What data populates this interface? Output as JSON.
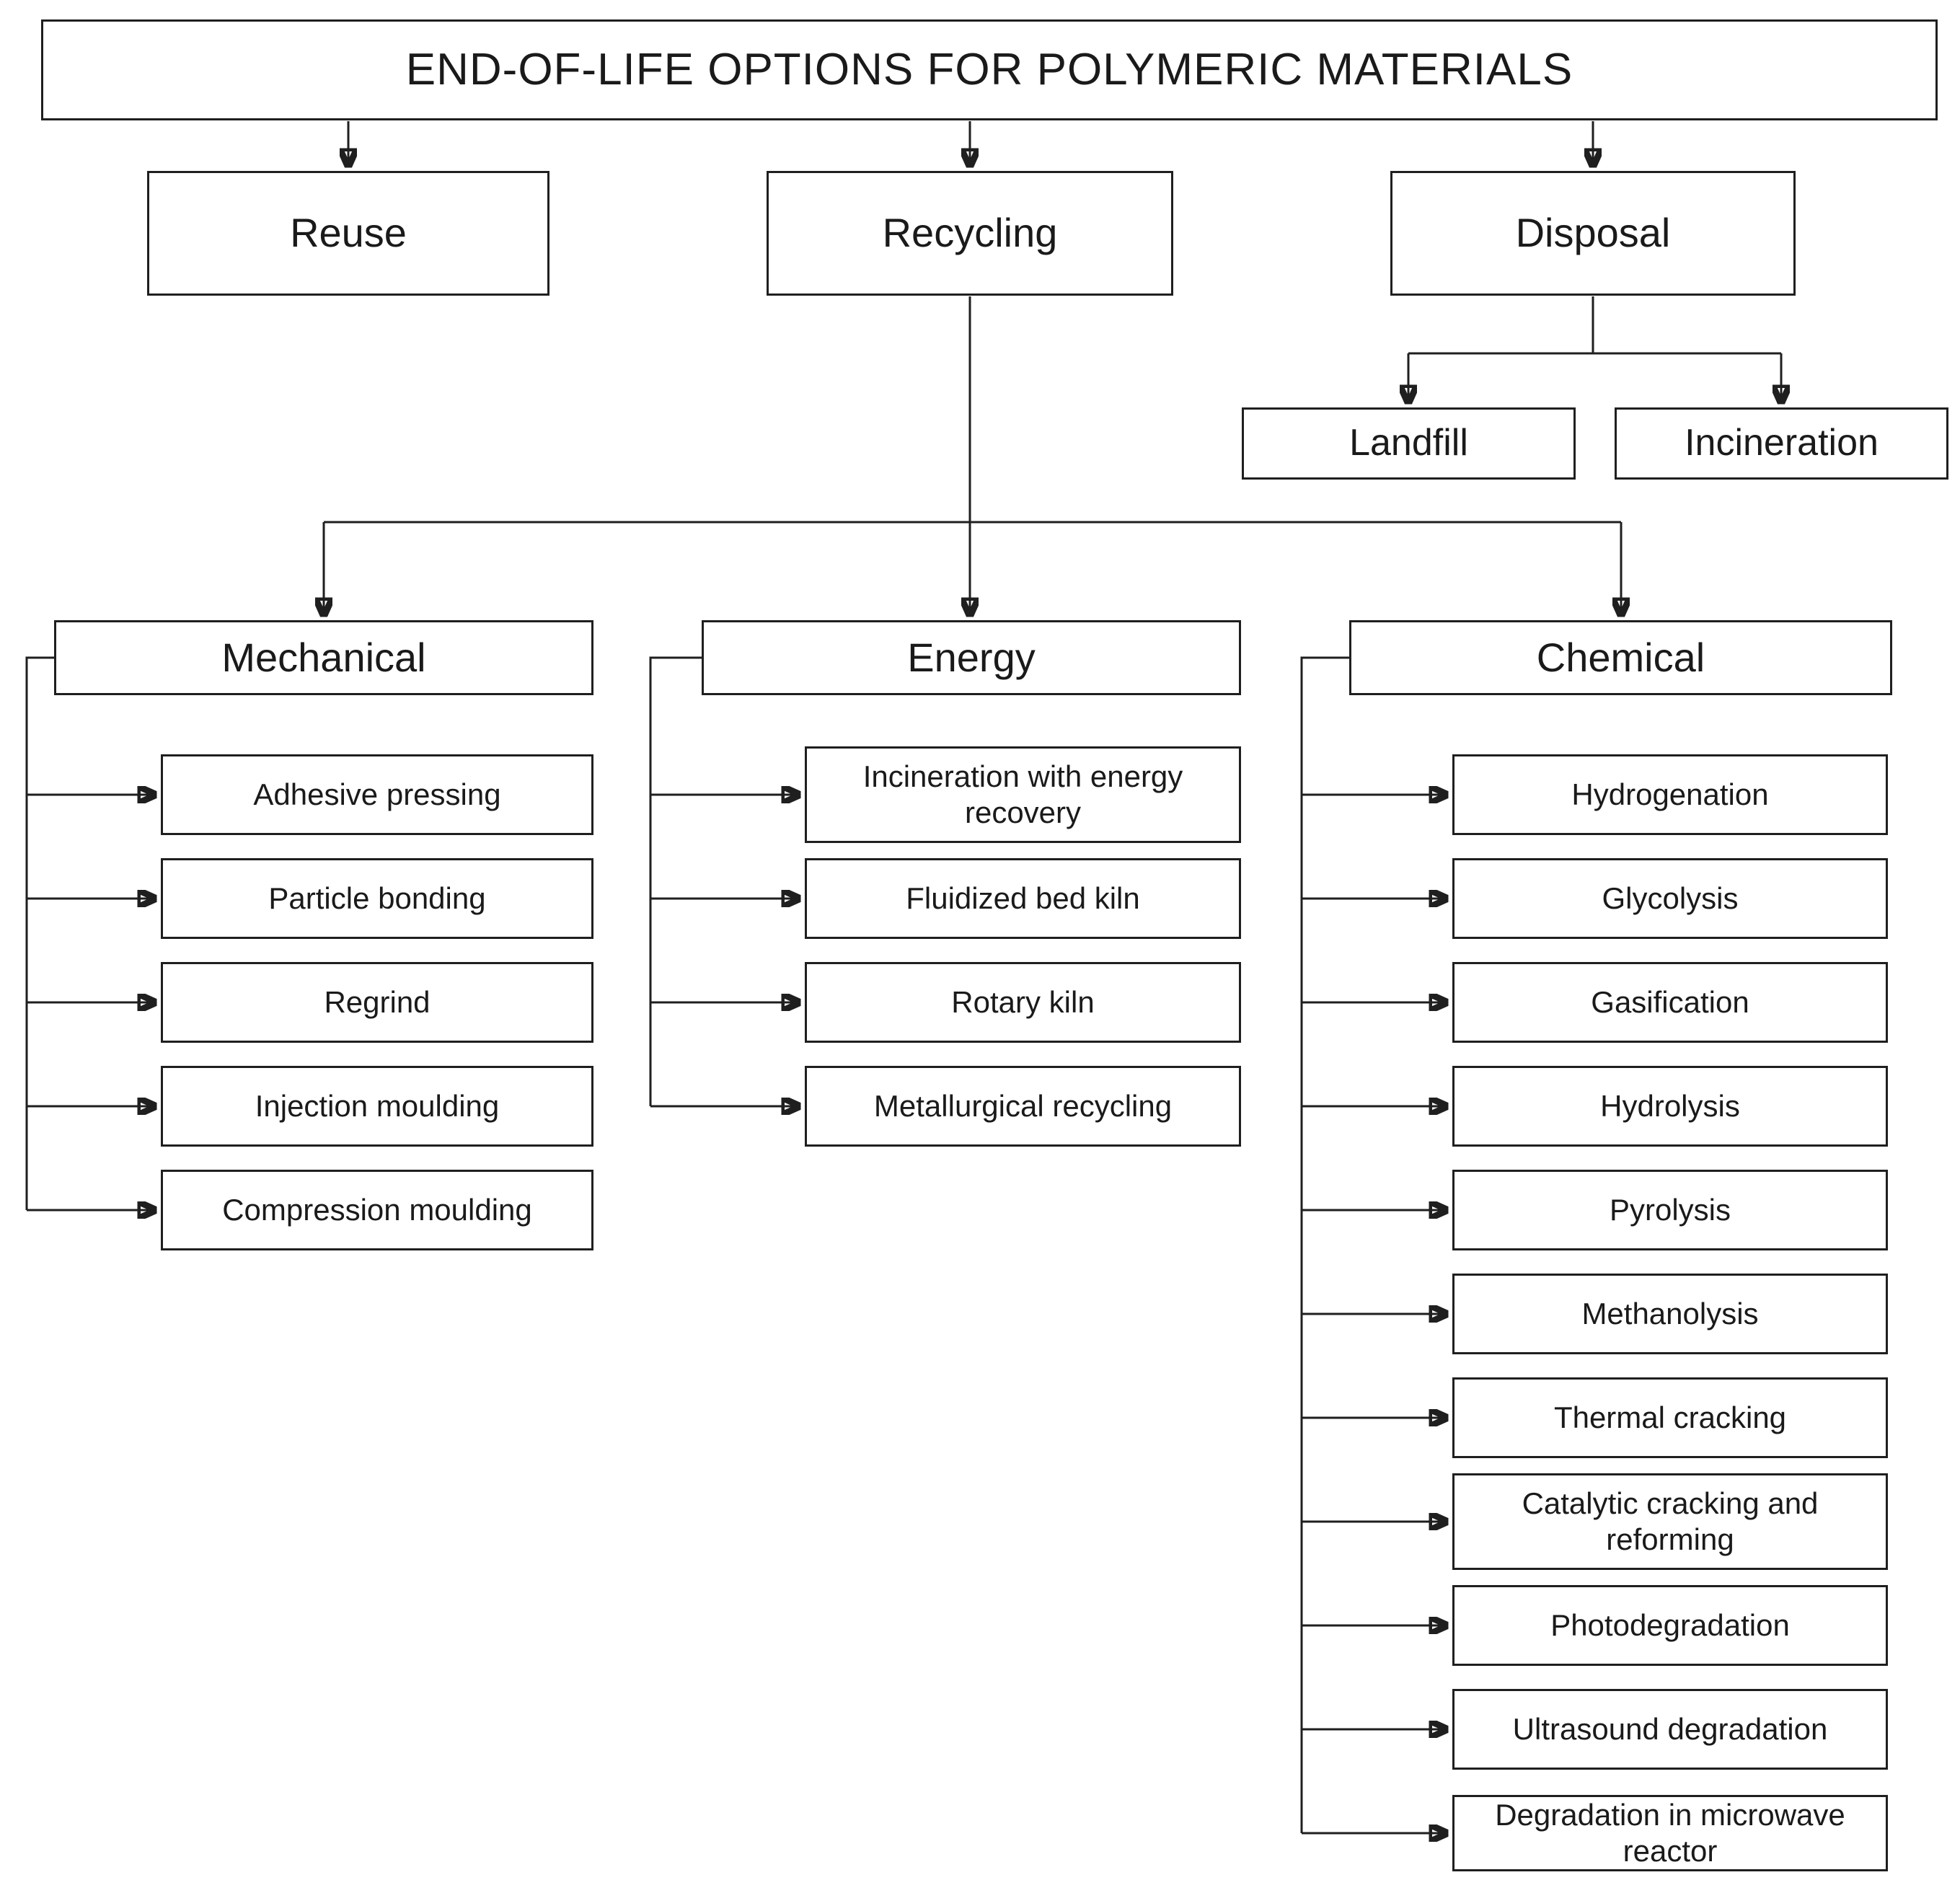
{
  "diagram": {
    "title": "END-OF-LIFE OPTIONS FOR POLYMERIC MATERIALS",
    "colors": {
      "stroke": "#1f1f1f",
      "text": "#1a1a1a",
      "background": "#ffffff"
    },
    "level1": {
      "reuse": "Reuse",
      "recycling": "Recycling",
      "disposal": "Disposal"
    },
    "disposal_children": {
      "landfill": "Landfill",
      "incineration": "Incineration"
    },
    "recycling_branches": {
      "mechanical": {
        "label": "Mechanical",
        "children": [
          "Adhesive pressing",
          "Particle bonding",
          "Regrind",
          "Injection moulding",
          "Compression moulding"
        ]
      },
      "energy": {
        "label": "Energy",
        "children": [
          "Incineration with energy recovery",
          "Fluidized bed kiln",
          "Rotary kiln",
          "Metallurgical recycling"
        ]
      },
      "chemical": {
        "label": "Chemical",
        "children": [
          "Hydrogenation",
          "Glycolysis",
          "Gasification",
          "Hydrolysis",
          "Pyrolysis",
          "Methanolysis",
          "Thermal cracking",
          "Catalytic cracking and reforming",
          "Photodegradation",
          "Ultrasound degradation",
          "Degradation in microwave reactor"
        ]
      }
    }
  }
}
